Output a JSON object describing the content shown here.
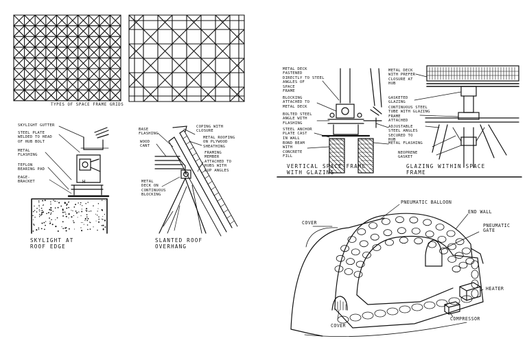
{
  "grids": {
    "caption": "TYPES OF SPACE FRAME GRIDS"
  },
  "skylight": {
    "labels": [
      "SKYLIGHT GUTTER",
      "STEEL PLATE\nWELDED TO HEAD\nOF HUB BOLT",
      "METAL\nFLASHING",
      "TEFLON\nBEARING PAD",
      "EAGE-\nBRACKET"
    ],
    "mark": "H",
    "caption": "SKYLIGHT AT\nROOF EDGE"
  },
  "slanted": {
    "labels": [
      "BASE\nFLASHING",
      "WOOD\nCANT",
      "COPING WITH\nCLOSURE",
      "METAL ROOFING\nON PLYWOOD\nSHEATHING",
      "FRAMING\nMEMBER\nATTACHED TO\nHUBS WITH\nCUP ANGLES",
      "METAL\nDECK ON\nCONTINUOUS\nBLOCKING"
    ],
    "caption": "SLANTED ROOF\nOVERHANG"
  },
  "vertical": {
    "labels": [
      "METAL DECK\nFASTENED\nDIRECTLY TO STEEL\nANGLES OF\nSPACE\nFRAME",
      "BLOCKING\nATTACHED TO\nMETAL DECK",
      "BOLTED STEEL\nANGLE WITH\nFLASHING",
      "STEEL ANCHOR\nPLATE CAST\nIN WALL",
      "BOND BEAM\nWITH\nCONCRETE\nFILL",
      "METAL DECK\nWITH PREFER\nCLOSURE AT\nHUB",
      "GASKETED\nGLAZING",
      "CONTINUOUS STEEL\nTUBE WITH GLAZING\nFRAME\nATTACHED",
      "ADJUSTABLE\nSTEEL ANGLES\nSECURED TO\nHUB",
      "METAL FLASHING",
      "NEOPRENE\nGASKET"
    ],
    "caption_left": "VERTICAL SPACE FRAME\nWITH GLAZING",
    "caption_right": "GLAZING WITHIN SPACE\nFRAME"
  },
  "pneumatic": {
    "labels": [
      "PNEUMATIC BALLOON",
      "END WALL",
      "PNEUMATIC\nGATE",
      "COVER",
      "HEATER",
      "COVER",
      "COMPRESSOR"
    ]
  }
}
